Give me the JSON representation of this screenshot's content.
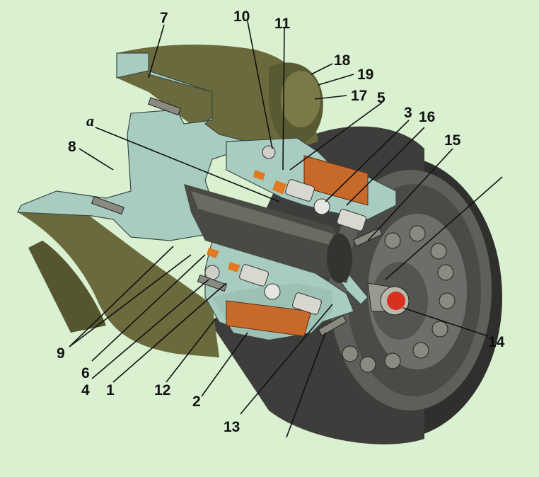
{
  "colors": {
    "background": "#d9f1d1",
    "housing": "#6b6a3c",
    "housing_dark": "#4a4a2a",
    "section": "#a8cdc0",
    "section_dark": "#7fa89a",
    "tire": "#3c3c3a",
    "tire_light": "#5a5a58",
    "bronze": "#c8692c",
    "red_bolt": "#d8321e",
    "orange_seal": "#e07a20"
  },
  "labels": [
    {
      "id": "7",
      "text": "7"
    },
    {
      "id": "10",
      "text": "10"
    },
    {
      "id": "11",
      "text": "11"
    },
    {
      "id": "18",
      "text": "18"
    },
    {
      "id": "19",
      "text": "19"
    },
    {
      "id": "17",
      "text": "17"
    },
    {
      "id": "5",
      "text": "5"
    },
    {
      "id": "3",
      "text": "3"
    },
    {
      "id": "16",
      "text": "16"
    },
    {
      "id": "15",
      "text": "15"
    },
    {
      "id": "a",
      "text": "a"
    },
    {
      "id": "8",
      "text": "8"
    },
    {
      "id": "14",
      "text": "14"
    },
    {
      "id": "9",
      "text": "9"
    },
    {
      "id": "6",
      "text": "6"
    },
    {
      "id": "4",
      "text": "4"
    },
    {
      "id": "1",
      "text": "1"
    },
    {
      "id": "12",
      "text": "12"
    },
    {
      "id": "2",
      "text": "2"
    },
    {
      "id": "13",
      "text": "13"
    }
  ]
}
